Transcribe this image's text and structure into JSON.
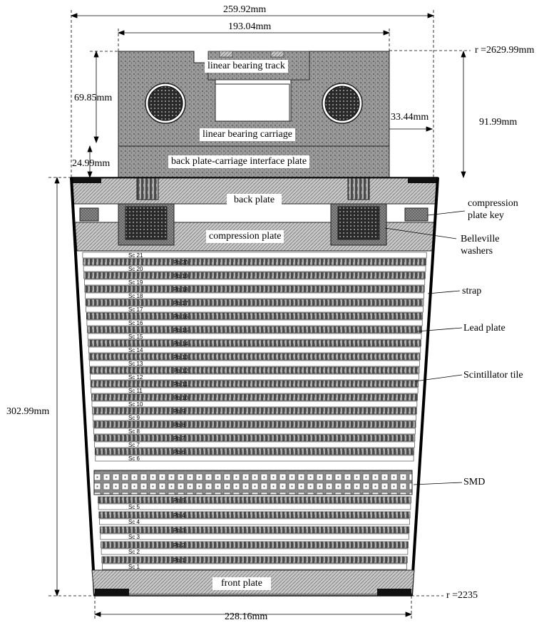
{
  "structure_labels": {
    "linear_bearing_track": "linear bearing track",
    "linear_bearing_carriage": "linear bearing carriage",
    "interface_plate": "back plate-carriage interface plate",
    "back_plate": "back plate",
    "compression_plate": "compression plate",
    "front_plate": "front plate"
  },
  "annotations": {
    "compression_plate_key": "compression plate key",
    "belleville_washers": "Belleville washers",
    "strap": "strap",
    "lead_plate": "Lead plate",
    "scintillator_tile": "Scintillator tile",
    "smd": "SMD"
  },
  "dimensions": {
    "top_width": "259.92mm",
    "inner_width": "193.04mm",
    "height_69": "69.85mm",
    "height_91": "91.99mm",
    "offset_33": "33.44mm",
    "height_24": "24.99mm",
    "total_height": "302.99mm",
    "bottom_width": "228.16mm",
    "radius_top": "r =2629.99mm",
    "radius_bottom": "r =2235"
  },
  "layers": {
    "scintillator_labels": [
      "Sc 1",
      "Sc 2",
      "Sc 3",
      "Sc 4",
      "Sc 5",
      "Sc 6",
      "Sc 7",
      "Sc 8",
      "Sc 9",
      "Sc 10",
      "Sc 11",
      "Sc 12",
      "Sc 13",
      "Sc 14",
      "Sc 15",
      "Sc 16",
      "Sc 17",
      "Sc 18",
      "Sc 19",
      "Sc 20",
      "Sc 21"
    ],
    "lead_labels": [
      "Pb 1",
      "Pb 2",
      "Pb 3",
      "Pb 4",
      "Pb 5",
      "Pb 6",
      "Pb 7",
      "Pb 8",
      "Pb 9",
      "Pb 10",
      "Pb 11",
      "Pb 12",
      "Pb 13",
      "Pb 14",
      "Pb 15",
      "Pb 16",
      "Pb 17",
      "Pb 18",
      "Pb 19",
      "Pb 20"
    ]
  }
}
